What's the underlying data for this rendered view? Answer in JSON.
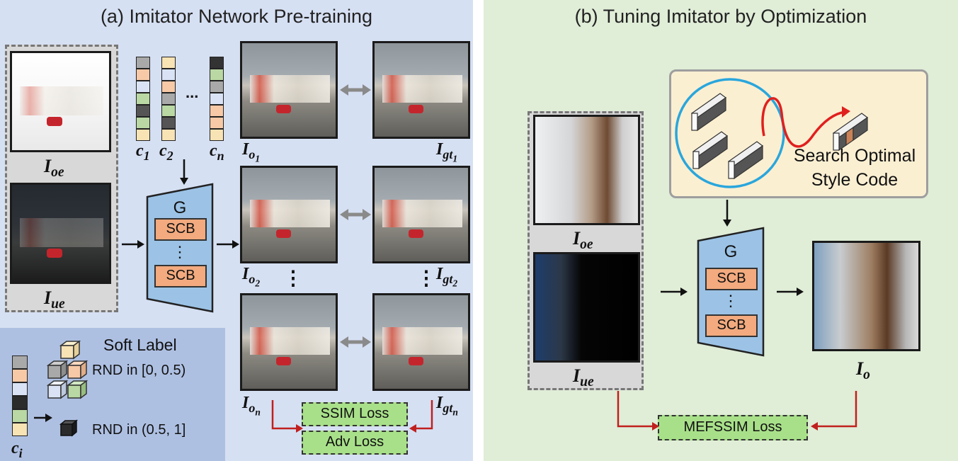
{
  "panel_a": {
    "title": "(a) Imitator Network Pre-training",
    "inputs": {
      "overexposed_label": "I",
      "overexposed_sub": "oe",
      "underexposed_label": "I",
      "underexposed_sub": "ue"
    },
    "codes": [
      {
        "label": "c",
        "sub": "1",
        "cells": [
          "#a9a9a9",
          "#f7c9a6",
          "#d9e3f5",
          "#b9d8a3",
          "#555555",
          "#b9d8a3",
          "#f7e3b4"
        ]
      },
      {
        "label": "c",
        "sub": "2",
        "cells": [
          "#f7e3b4",
          "#d9e3f5",
          "#f7c9a6",
          "#a9a9a9",
          "#b9d8a3",
          "#555555",
          "#f7e3b4"
        ]
      },
      {
        "label": "c",
        "sub": "n",
        "cells": [
          "#333333",
          "#b9d8a3",
          "#a9a9a9",
          "#d9e3f5",
          "#f7c9a6",
          "#f7c9a6",
          "#f7e3b4"
        ]
      }
    ],
    "code_ellipsis": "...",
    "generator": {
      "label": "G",
      "block_top": "SCB",
      "block_bottom": "SCB",
      "dots": "⋮"
    },
    "outputs": [
      {
        "label": "I",
        "sub": "o",
        "subsub": "1"
      },
      {
        "label": "I",
        "sub": "o",
        "subsub": "2"
      },
      {
        "label": "I",
        "sub": "o",
        "subsub": "n"
      }
    ],
    "ground_truths": [
      {
        "label": "I",
        "sub": "gt",
        "subsub": "1"
      },
      {
        "label": "I",
        "sub": "gt",
        "subsub": "2"
      },
      {
        "label": "I",
        "sub": "gt",
        "subsub": "n"
      }
    ],
    "vertical_dots": "⋮",
    "losses": {
      "ssim": "SSIM Loss",
      "adv": "Adv Loss"
    },
    "soft_label": {
      "title": "Soft Label",
      "code_label": "c",
      "code_sub": "i",
      "soft_range": "RND in [0, 0.5)",
      "hard_range": "RND in (0.5, 1]"
    }
  },
  "panel_b": {
    "title": "(b) Tuning Imitator by Optimization",
    "search": {
      "line1": "Search Optimal",
      "line2": "Style Code"
    },
    "inputs": {
      "overexposed_label": "I",
      "overexposed_sub": "oe",
      "underexposed_label": "I",
      "underexposed_sub": "ue"
    },
    "generator": {
      "label": "G",
      "block_top": "SCB",
      "block_bottom": "SCB",
      "dots": "⋮"
    },
    "output": {
      "label": "I",
      "sub": "o"
    },
    "loss": "MEFSSIM Loss"
  },
  "colors": {
    "panel_a_bg": "#d6e0f3",
    "panel_b_bg": "#e0edd7",
    "generator_fill": "#9cc3e6",
    "scb_fill": "#f2aa7e",
    "loss_fill": "#a8e08a",
    "search_box_fill": "#fbefd2",
    "loss_arrow": "#c0201e",
    "circle_stroke": "#2aa6dc"
  }
}
